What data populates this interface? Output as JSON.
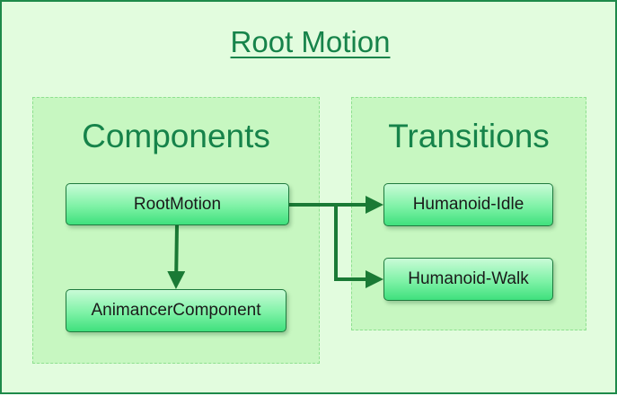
{
  "title": "Root Motion",
  "panels": {
    "components": {
      "title": "Components",
      "nodes": {
        "root_motion": "RootMotion",
        "animancer_component": "AnimancerComponent"
      }
    },
    "transitions": {
      "title": "Transitions",
      "nodes": {
        "humanoid_idle": "Humanoid-Idle",
        "humanoid_walk": "Humanoid-Walk"
      }
    }
  },
  "edges": [
    {
      "from": "RootMotion",
      "to": "AnimancerComponent"
    },
    {
      "from": "RootMotion",
      "to": "Humanoid-Idle"
    },
    {
      "from": "RootMotion",
      "to": "Humanoid-Walk"
    }
  ],
  "colors": {
    "background": "#e2fcde",
    "panel": "#c7f7c1",
    "accent": "#16834a",
    "arrow": "#1a7a35"
  }
}
